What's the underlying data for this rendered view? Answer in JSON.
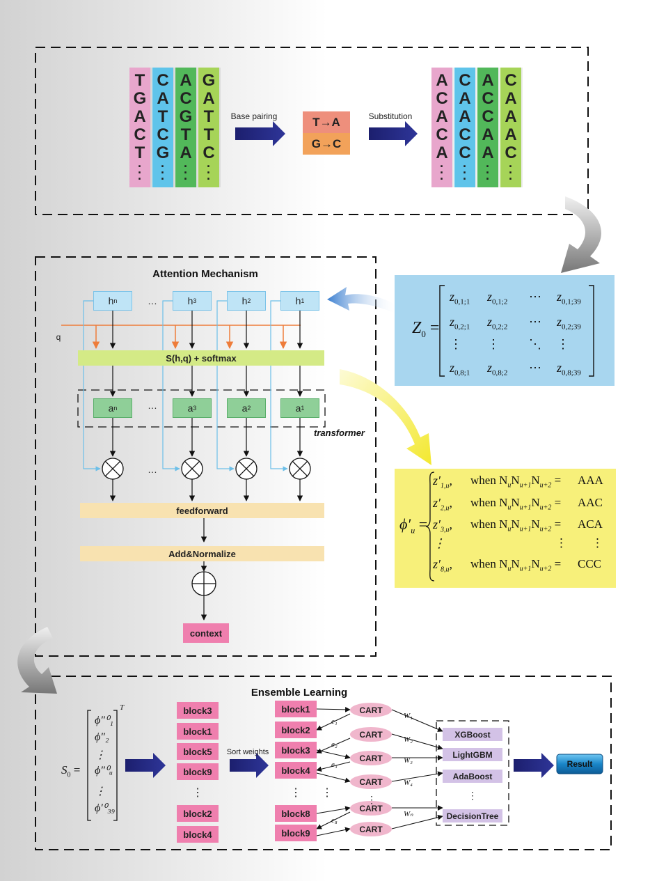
{
  "stage1": {
    "strands_before": [
      {
        "bases": [
          "T",
          "G",
          "A",
          "C",
          "T"
        ],
        "color": "#e8a6cc"
      },
      {
        "bases": [
          "C",
          "A",
          "T",
          "C",
          "G"
        ],
        "color": "#5fc4ea"
      },
      {
        "bases": [
          "A",
          "C",
          "G",
          "T",
          "A"
        ],
        "color": "#52b85a"
      },
      {
        "bases": [
          "G",
          "A",
          "T",
          "T",
          "C"
        ],
        "color": "#a6d458"
      }
    ],
    "strands_after": [
      {
        "bases": [
          "A",
          "C",
          "A",
          "C",
          "A"
        ],
        "color": "#e8a6cc"
      },
      {
        "bases": [
          "C",
          "A",
          "A",
          "C",
          "C"
        ],
        "color": "#5fc4ea"
      },
      {
        "bases": [
          "A",
          "C",
          "C",
          "A",
          "A"
        ],
        "color": "#52b85a"
      },
      {
        "bases": [
          "C",
          "A",
          "A",
          "A",
          "C"
        ],
        "color": "#a6d458"
      }
    ],
    "arrow1_label": "Base pairing",
    "arrow2_label": "Substitution",
    "rule1": "T→A",
    "rule2": "G→C",
    "rule1_color": "#ee8f7c",
    "rule2_color": "#f2a25a"
  },
  "attention": {
    "title": "Attention Mechanism",
    "h_labels": [
      {
        "base": "h",
        "sub": "n"
      },
      {
        "base": "h",
        "sub": "3"
      },
      {
        "base": "h",
        "sub": "2"
      },
      {
        "base": "h",
        "sub": "1"
      }
    ],
    "a_labels": [
      {
        "base": "a",
        "sub": "n"
      },
      {
        "base": "a",
        "sub": "3"
      },
      {
        "base": "a",
        "sub": "2"
      },
      {
        "base": "a",
        "sub": "1"
      }
    ],
    "ellipsis": "…",
    "q_label": "q",
    "softmax_label": "S(h,q) + softmax",
    "transformer_label": "transformer",
    "feedforward_label": "feedforward",
    "addnorm_label": "Add&Normalize",
    "context_label": "context"
  },
  "z_matrix": {
    "lhs": "Z",
    "lhs_sub": "0",
    "rows": [
      [
        "z_{0,1;1}",
        "z_{0,1;2}",
        "⋯",
        "z_{0,1;39}"
      ],
      [
        "z_{0,2;1}",
        "z_{0,2;2}",
        "⋯",
        "z_{0,2;39}"
      ],
      [
        "⋮",
        "⋮",
        "⋱",
        "⋮"
      ],
      [
        "z_{0,8;1}",
        "z_{0,8;2}",
        "⋯",
        "z_{0,8;39}"
      ]
    ],
    "background": "#a8d6ef"
  },
  "phi_box": {
    "lhs": "ϕ′",
    "lhs_sub": "u",
    "cases": [
      {
        "z": "z′",
        "zsub": "1,u",
        "condition": "when N_uN_{u+1}N_{u+2}",
        "value": "AAA"
      },
      {
        "z": "z′",
        "zsub": "2,u",
        "condition": "when N_uN_{u+1}N_{u+2}",
        "value": "AAC"
      },
      {
        "z": "z′",
        "zsub": "3,u",
        "condition": "when N_uN_{u+1}N_{u+2}",
        "value": "ACA"
      },
      {
        "z": "⋮",
        "zsub": "",
        "condition": "⋮",
        "value": "⋮"
      },
      {
        "z": "z′",
        "zsub": "8,u",
        "condition": "when N_uN_{u+1}N_{u+2}",
        "value": "CCC"
      }
    ],
    "background": "#f7f07a"
  },
  "ensemble": {
    "title": "Ensemble Learning",
    "s_lhs": "S",
    "s_lhs_sub": "0",
    "s_vector": [
      "ϕ″⁰₁",
      "ϕ″₂",
      "⋮",
      "ϕ″⁰ᵤ",
      "⋮",
      "ϕ′⁰₃₉"
    ],
    "s_transpose": "T",
    "unsorted_blocks": [
      "block3",
      "block1",
      "block5",
      "block9",
      "⋮",
      "block2",
      "block4"
    ],
    "sort_label": "Sort weights",
    "sorted_blocks": [
      "block1",
      "block2",
      "block3",
      "block4",
      "⋮",
      "block8",
      "block9"
    ],
    "cart_label": "CART",
    "error_labels": [
      "e₁",
      "e₂",
      "e₃",
      "e₈"
    ],
    "weight_labels": [
      "W₁",
      "W₂",
      "W₃",
      "W₄",
      "Wₙ"
    ],
    "models": [
      "XGBoost",
      "LightGBM",
      "AdaBoost",
      "⋮",
      "DecisionTree"
    ],
    "result_label": "Result"
  }
}
